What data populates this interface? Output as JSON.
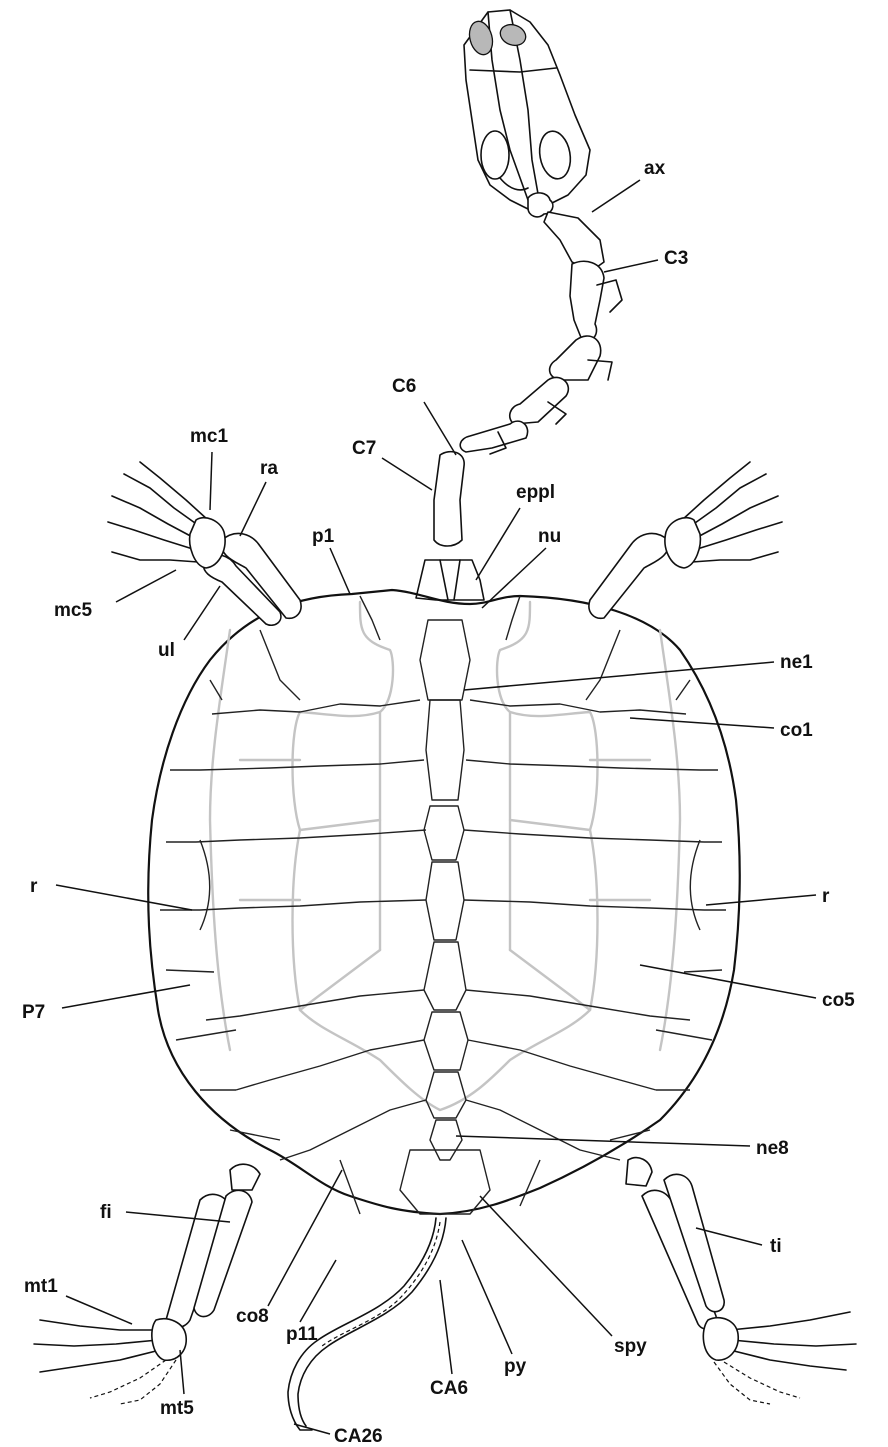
{
  "labels": {
    "ax": "ax",
    "C3": "C3",
    "C6": "C6",
    "C7": "C7",
    "mc1": "mc1",
    "ra": "ra",
    "eppl": "eppl",
    "p1": "p1",
    "nu": "nu",
    "mc5": "mc5",
    "ul": "ul",
    "ne1": "ne1",
    "co1": "co1",
    "r_left": "r",
    "r_right": "r",
    "P7": "P7",
    "co5": "co5",
    "ne8": "ne8",
    "fi": "fi",
    "ti": "ti",
    "mt1": "mt1",
    "co8": "co8",
    "p11": "p11",
    "spy": "spy",
    "CA6": "CA6",
    "py": "py",
    "mt5": "mt5",
    "CA26": "CA26"
  }
}
